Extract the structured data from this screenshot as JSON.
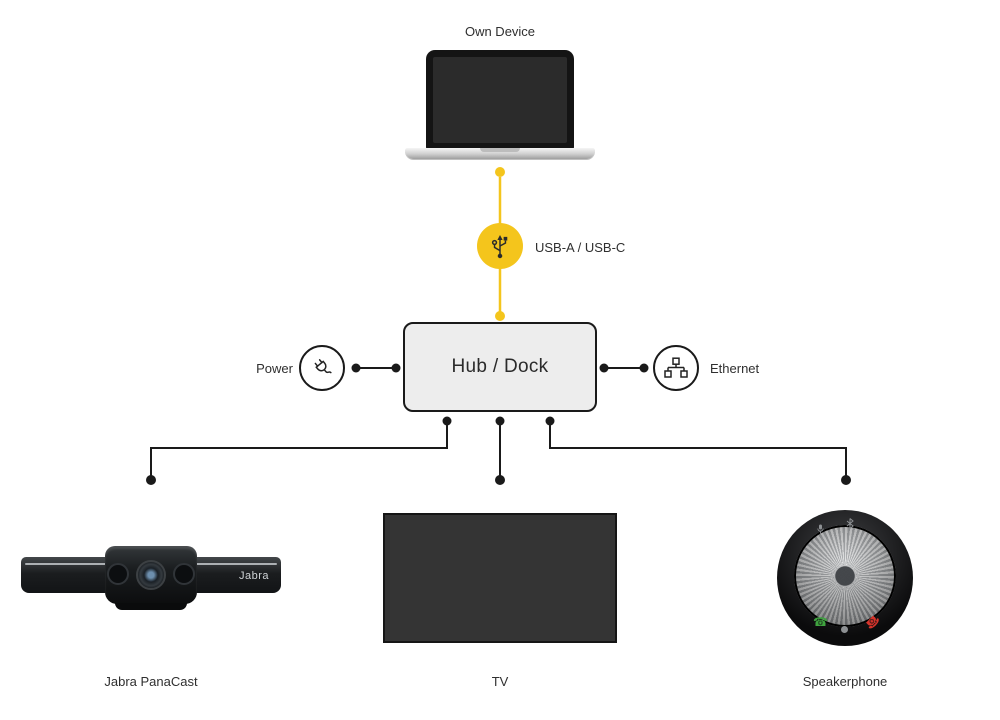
{
  "labels": {
    "own_device": "Own Device",
    "usb": "USB-A / USB-C",
    "hub": "Hub / Dock",
    "power": "Power",
    "ethernet": "Ethernet",
    "camera": "Jabra PanaCast",
    "camera_brand": "Jabra",
    "tv": "TV",
    "speakerphone": "Speakerphone"
  },
  "icons": {
    "usb": "usb-trident-icon",
    "power": "power-plug-icon",
    "ethernet": "ethernet-network-icon",
    "bluetooth": "bluetooth-icon",
    "microphone": "mic-icon",
    "call_accept": "call-accept-icon",
    "call_end": "call-end-icon"
  },
  "colors": {
    "accent_yellow": "#F4C51C",
    "line": "#1a1a1a",
    "hub_fill": "#EDEDED",
    "text": "#2f2f2f",
    "call_green": "#3FA33F",
    "call_red": "#D6342B"
  }
}
